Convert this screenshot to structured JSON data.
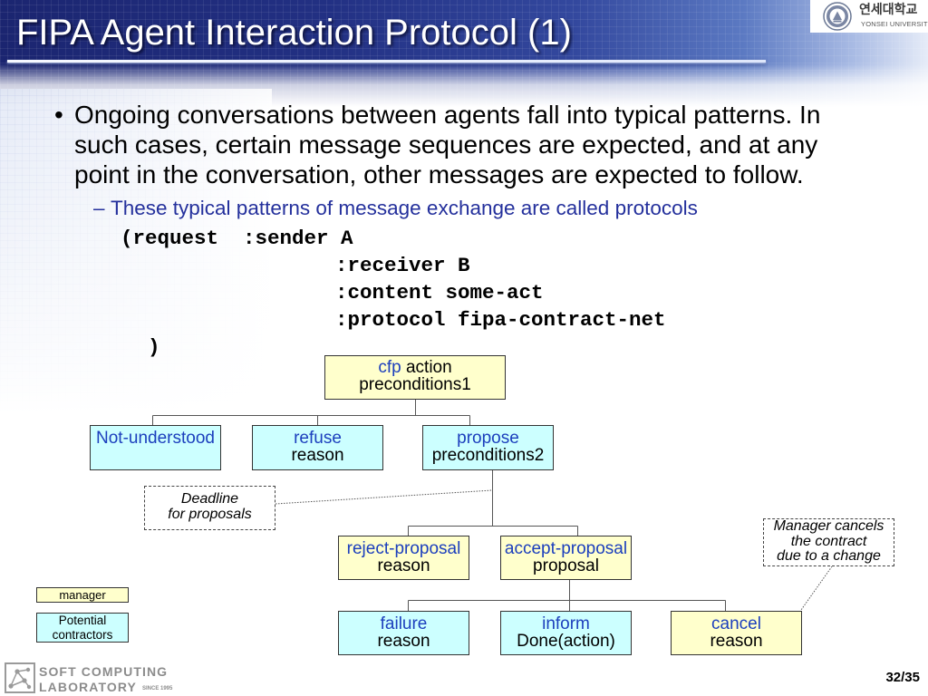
{
  "header": {
    "title": "FIPA Agent Interaction Protocol (1)",
    "logo_icon": "university-seal-icon",
    "logo_korean": "연세대학교",
    "logo_english": "YONSEI UNIVERSITY"
  },
  "body": {
    "bullet_symbol": "•",
    "bullet_text": "Ongoing conversations between agents fall into typical patterns. In such cases, certain message sequences are expected, and at any point in the conversation, other messages are expected to follow.",
    "sub_bullet_symbol": "–",
    "sub_bullet_text": "These typical patterns of message exchange are called protocols",
    "code_lines": [
      "(request  :sender A",
      ":receiver B",
      ":content some-act",
      ":protocol fipa-contract-net",
      ")"
    ]
  },
  "diagram": {
    "cfp": {
      "label": "cfp",
      "inline": "action",
      "param": "preconditions1"
    },
    "not_understood": {
      "label": "Not-understood"
    },
    "refuse": {
      "label": "refuse",
      "param": "reason"
    },
    "propose": {
      "label": "propose",
      "param": "preconditions2"
    },
    "reject_proposal": {
      "label": "reject-proposal",
      "param": "reason"
    },
    "accept_proposal": {
      "label": "accept-proposal",
      "param": "proposal"
    },
    "failure": {
      "label": "failure",
      "param": "reason"
    },
    "inform": {
      "label": "inform",
      "param": "Done(action)"
    },
    "cancel": {
      "label": "cancel",
      "param": "reason"
    },
    "deadline_note": [
      "Deadline",
      "for proposals"
    ],
    "cancel_note": [
      "Manager cancels",
      "the contract",
      "due to a change"
    ]
  },
  "legend": {
    "manager": "manager",
    "contractors": "Potential contractors"
  },
  "footer": {
    "lab_icon": "lab-network-icon",
    "lab_line1": "SOFT COMPUTING",
    "lab_line2": "LABORATORY",
    "lab_since": "SINCE 1995",
    "page": "32/35"
  },
  "colors": {
    "header_navy": "#1b2570",
    "title_text": "#ffffff",
    "sub_bullet_blue": "#24309c",
    "label_blue": "#1c3fbd",
    "manager_fill": "#ffffcc",
    "contractor_fill": "#ccffff",
    "box_border": "#333333"
  }
}
